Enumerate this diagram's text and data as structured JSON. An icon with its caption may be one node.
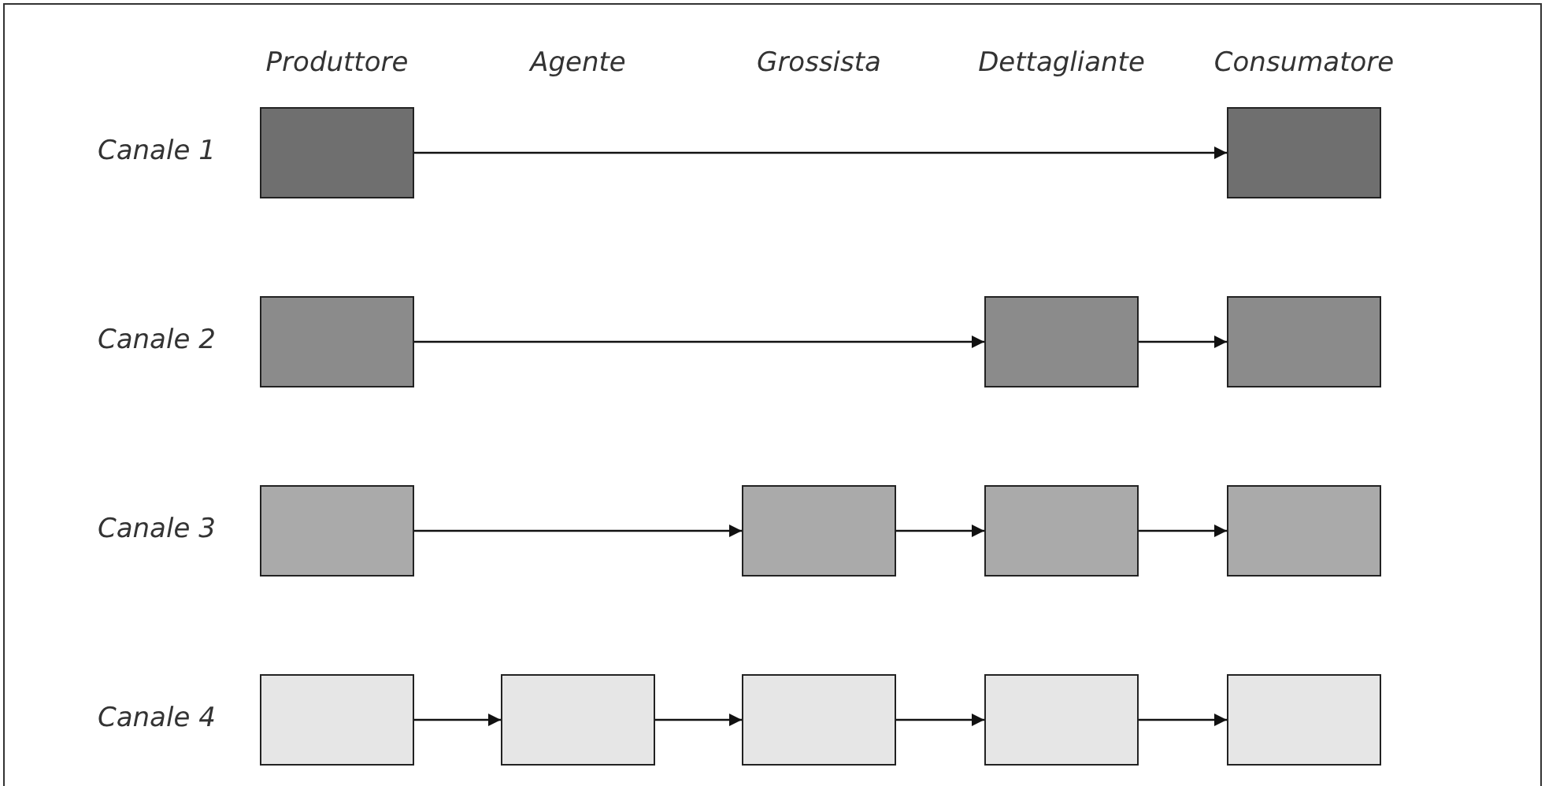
{
  "diagram": {
    "nodes": [
      {
        "text": [],
        "shape": "box"
      },
      {
        "text": [],
        "shape": "box"
      },
      {
        "text": [],
        "shape": "box"
      },
      {
        "text": [],
        "shape": "box"
      },
      {
        "text": [],
        "shape": "box"
      },
      {
        "text": [],
        "shape": "box"
      },
      {
        "text": [],
        "shape": "box"
      },
      {
        "text": [],
        "shape": "box"
      },
      {
        "text": [],
        "shape": "box"
      },
      {
        "text": [],
        "shape": "box"
      },
      {
        "text": [],
        "shape": "box"
      },
      {
        "text": [],
        "shape": "box"
      },
      {
        "text": [],
        "shape": "box"
      },
      {
        "text": [],
        "shape": "box"
      }
    ],
    "edges": [
      {
        "from": 0,
        "to": 1,
        "arrow": "to"
      },
      {
        "from": 2,
        "to": 3,
        "arrow": "to"
      },
      {
        "from": 3,
        "to": 4,
        "arrow": "to"
      },
      {
        "from": 5,
        "to": 6,
        "arrow": "to"
      },
      {
        "from": 6,
        "to": 7,
        "arrow": "to"
      },
      {
        "from": 7,
        "to": 8,
        "arrow": "to"
      },
      {
        "from": 9,
        "to": 10,
        "arrow": "to"
      },
      {
        "from": 10,
        "to": 11,
        "arrow": "to"
      },
      {
        "from": 11,
        "to": 12,
        "arrow": "to"
      },
      {
        "from": 12,
        "to": 13,
        "arrow": "to"
      }
    ],
    "labels": [
      "Produttore",
      "Agente",
      "Grossista",
      "Dettagliante",
      "Consumatore",
      "Canale 1",
      "Canale 2",
      "Canale 3",
      "Canale 4"
    ]
  }
}
